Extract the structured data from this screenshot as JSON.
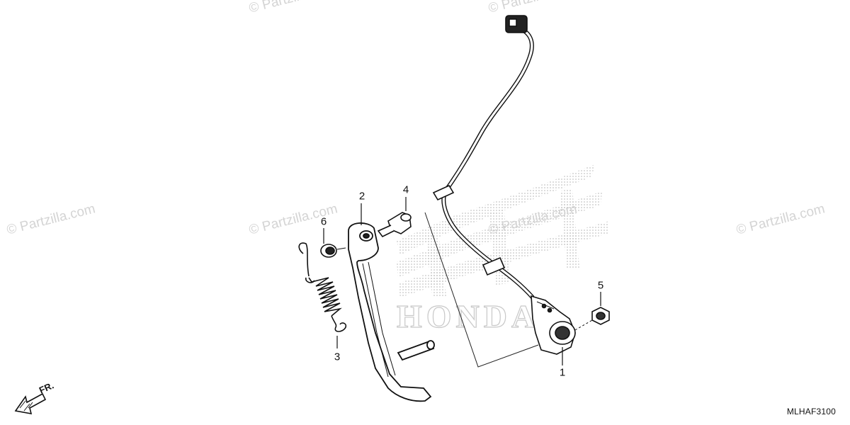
{
  "watermark": "© Partzilla.com",
  "callouts": [
    {
      "id": "1",
      "label": "1"
    },
    {
      "id": "2",
      "label": "2"
    },
    {
      "id": "3",
      "label": "3"
    },
    {
      "id": "4",
      "label": "4"
    },
    {
      "id": "5",
      "label": "5"
    },
    {
      "id": "6",
      "label": "6"
    }
  ],
  "background_logo_text": "HONDA",
  "direction_label": "FR.",
  "diagram_code": "MLHAF3100"
}
